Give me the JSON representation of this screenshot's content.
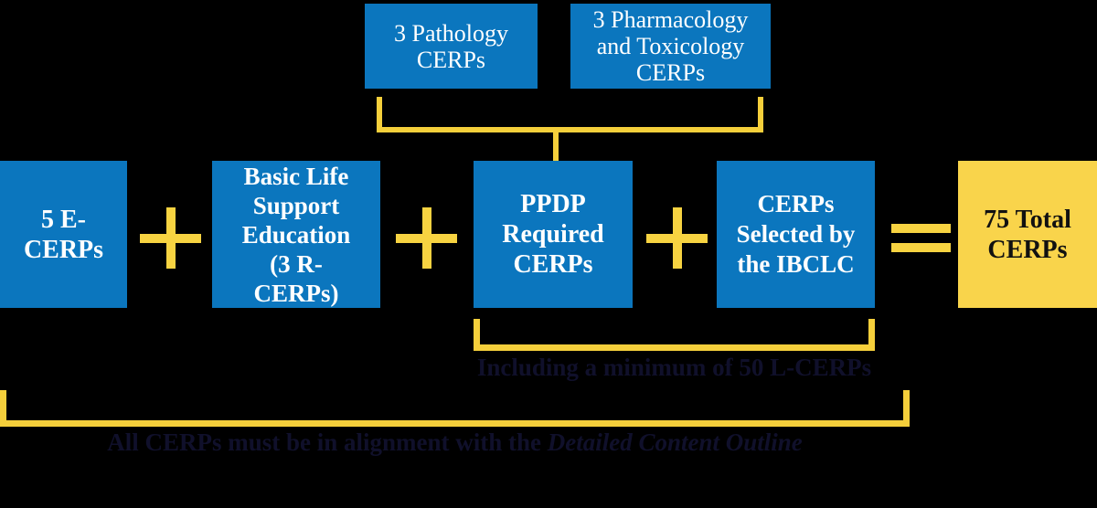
{
  "diagram": {
    "title_semantics": "IBCLC CERP recertification requirements flowchart",
    "top_row": {
      "pathology_box": {
        "lines": [
          "3 Pathology",
          "CERPs"
        ]
      },
      "pharmacology_box": {
        "lines": [
          "3 Pharmacology",
          "and Toxicology",
          "CERPs"
        ]
      }
    },
    "main_row": {
      "e_cerps_box": {
        "lines": [
          "5 E-",
          "CERPs"
        ]
      },
      "bls_box": {
        "lines": [
          "Basic Life",
          "Support",
          "Education",
          "(3 R-",
          "CERPs)"
        ]
      },
      "ppdp_box": {
        "lines": [
          "PPDP",
          "Required",
          "CERPs"
        ]
      },
      "selected_box": {
        "lines": [
          "CERPs",
          "Selected by",
          "the IBCLC"
        ]
      },
      "total_box": {
        "lines": [
          "75 Total",
          "CERPs"
        ]
      }
    },
    "operators": {
      "op1": "plus-icon",
      "op2": "plus-icon",
      "op3": "plus-icon",
      "op4": "equals-icon"
    },
    "captions": {
      "l_cerps_note": "Including a minimum of 50 L-CERPs",
      "alignment_note_prefix": "All CERPs must be in alignment with the ",
      "alignment_note_italic": "Detailed Content Outline"
    },
    "colors": {
      "background": "#000000",
      "blue_box": "#0B76BE",
      "yellow_box": "#F9D44B",
      "connector_yellow": "#F5CF3B",
      "operator_yellow": "#F7D341",
      "white_text": "#FFFFFF",
      "black_text": "#111111",
      "faint_caption_text": "#10102B"
    }
  }
}
